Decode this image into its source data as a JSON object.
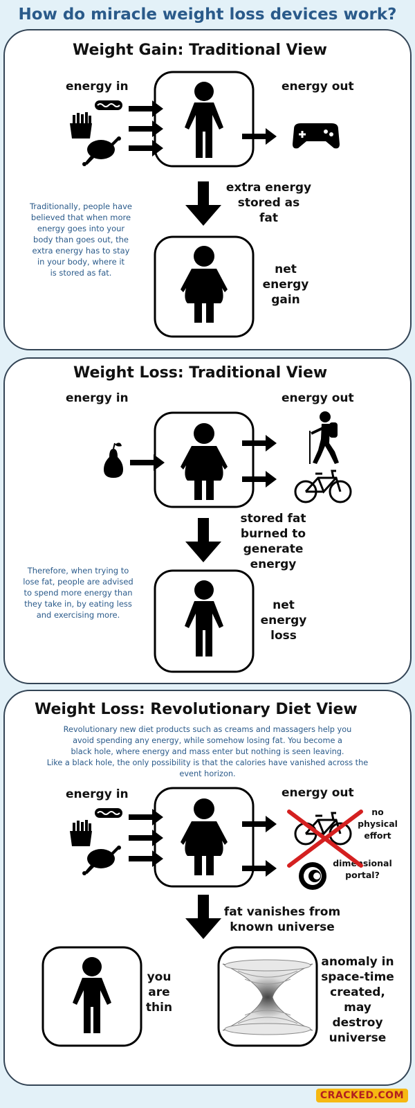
{
  "title": "How do miracle weight loss devices work?",
  "panel1": {
    "title": "Weight Gain: Traditional View",
    "energy_in": "energy in",
    "energy_out": "energy out",
    "stored_lines": [
      "extra energy",
      "stored as",
      "fat"
    ],
    "note_lines": [
      "Traditionally, people have",
      "believed that when more",
      "energy goes into your",
      "body than goes out, the",
      "extra energy has to stay",
      "in your body, where it",
      "is stored as fat."
    ],
    "result_lines": [
      "net",
      "energy",
      "gain"
    ]
  },
  "panel2": {
    "title": "Weight Loss: Traditional View",
    "energy_in": "energy in",
    "energy_out": "energy out",
    "burned_lines": [
      "stored fat",
      "burned to",
      "generate",
      "energy"
    ],
    "note_lines": [
      "Therefore, when trying to",
      "lose fat, people are advised",
      "to spend more energy than",
      "they take in, by eating less",
      "and exercising more."
    ],
    "result_lines": [
      "net",
      "energy",
      "loss"
    ]
  },
  "panel3": {
    "title": "Weight Loss: Revolutionary Diet View",
    "intro_lines": [
      "Revolutionary new diet products such as creams and massagers help you",
      "avoid spending any energy, while somehow losing fat.  You become a",
      "black hole, where energy and mass enter but nothing is seen leaving.",
      "Like a black hole, the only possibility is that the calories have vanished across the",
      "event horizon."
    ],
    "energy_in": "energy in",
    "energy_out": "energy out",
    "physical_lines": [
      "no",
      "physical",
      "effort"
    ],
    "portal_lines": [
      "dimensional",
      "portal?"
    ],
    "vanish_lines": [
      "fat vanishes from",
      "known universe"
    ],
    "thin_lines": [
      "you",
      "are",
      "thin"
    ],
    "anomaly_lines": [
      "anomaly in",
      "space-time",
      "created,",
      "may",
      "destroy",
      "universe"
    ]
  },
  "logo": "CRACKED.COM",
  "colors": {
    "title": "#2a5a8a",
    "background": "#e3f1f8",
    "cross": "#d42020"
  }
}
